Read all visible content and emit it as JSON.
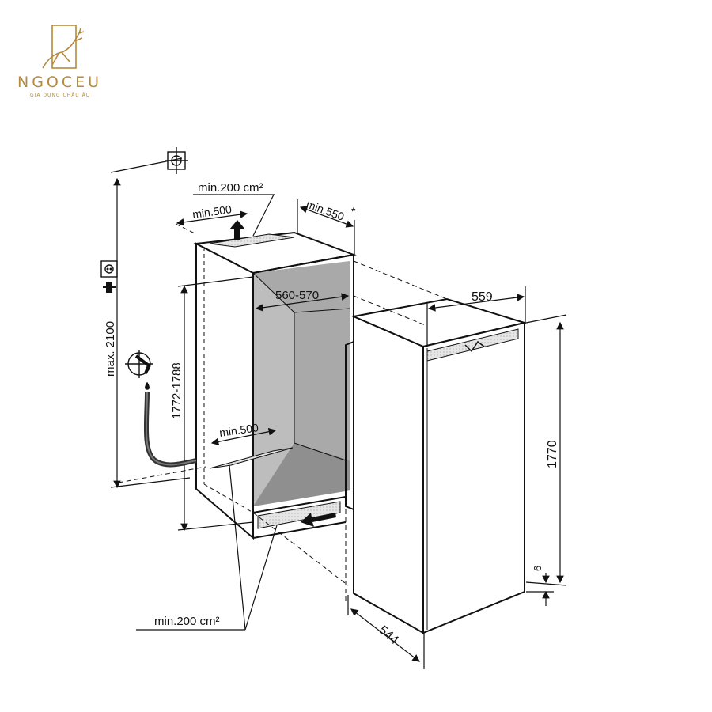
{
  "brand": {
    "name": "NGOCEU",
    "tagline": "GIA DỤNG CHÂU ÂU",
    "color": "#b58a3e"
  },
  "dimensions": {
    "top_vent_area": "min.200 cm²",
    "top_vent_depth": "min.500",
    "niche_depth": "min.550",
    "niche_depth_note": "*",
    "niche_width": "560-570",
    "niche_height": "1772-1788",
    "max_height": "max. 2100",
    "bottom_vent_depth": "min.500",
    "bottom_vent_area": "min.200 cm²",
    "appliance_width": "559",
    "appliance_height": "1770",
    "appliance_depth": "544",
    "plinth_gap": "6"
  },
  "icons": [
    "socket-icon",
    "plug-icon",
    "water-tap-icon",
    "wall-anchor-icon"
  ]
}
